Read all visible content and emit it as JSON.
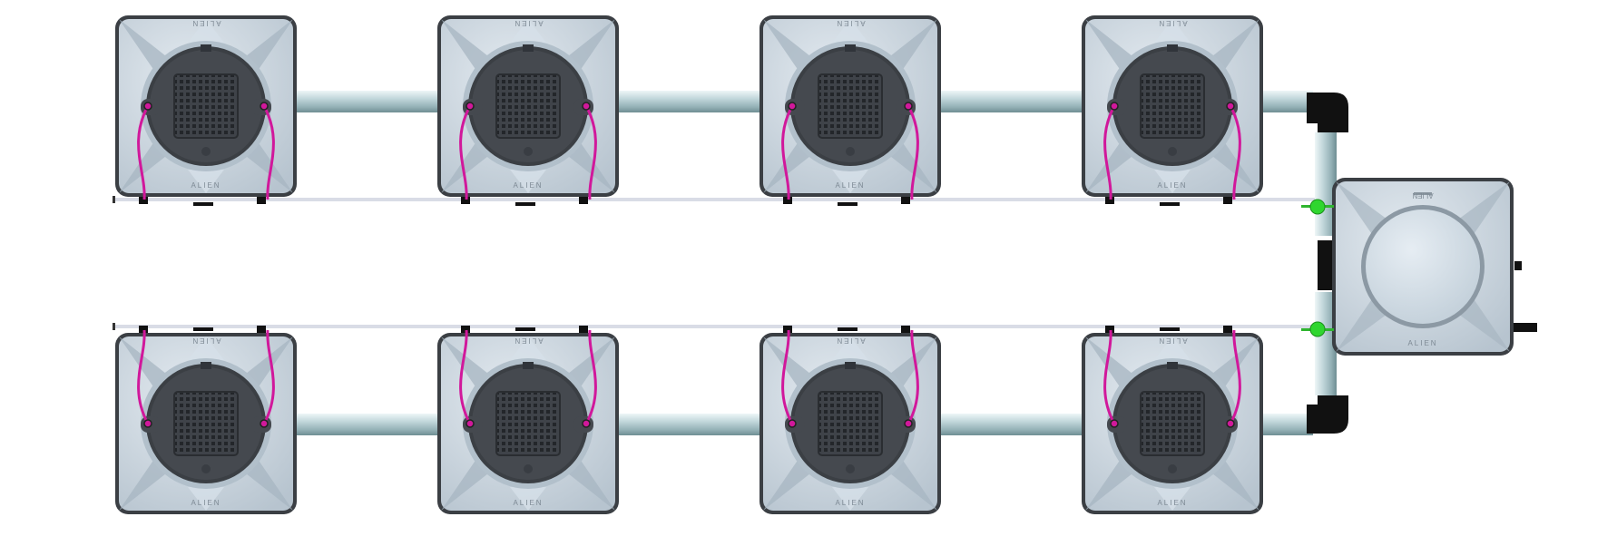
{
  "system": {
    "pot_brand_text": "ALIEN",
    "pot_brand_text_mirrored": "ALIEN",
    "rows": [
      {
        "name": "top",
        "pots": 4
      },
      {
        "name": "bottom",
        "pots": 4
      }
    ],
    "controller_tanks": 1
  },
  "icons": {
    "pot": "grow-pot-icon",
    "net_pot": "net-pot-icon",
    "controller": "controller-tank-icon",
    "valve": "valve-connector-icon",
    "elbow": "elbow-pipe-icon",
    "drip_line": "drip-line-icon"
  },
  "colors": {
    "pot_body": "#c9d5df",
    "pot_rim": "#3b3f44",
    "net_pot": "#45494f",
    "pipe": "#a9c3c8",
    "drip_line": "#d1189b",
    "feed_line": "#d9dce6",
    "valve": "#2fd62f",
    "elbow": "#111111"
  }
}
